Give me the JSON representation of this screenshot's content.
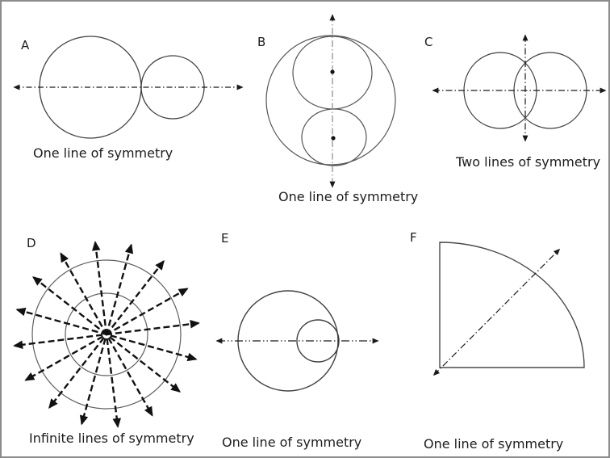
{
  "figure": {
    "background": "#ffffff",
    "border_color": "#8c8c8c"
  },
  "colors": {
    "symmetry_line": "#1a1a1a",
    "gray_symmetry_line": "#999999",
    "circle_outline": "#3f3f3f",
    "ray_line": "#111111",
    "text": "#1c1c1c"
  },
  "panels": [
    {
      "label": "A",
      "caption": "One line of symmetry"
    },
    {
      "label": "B",
      "caption": "One line of symmetry"
    },
    {
      "label": "C",
      "caption": "Two lines of symmetry"
    },
    {
      "label": "D",
      "caption": "Infinite lines of symmetry"
    },
    {
      "label": "E",
      "caption": "One line of symmetry"
    },
    {
      "label": "F",
      "caption": "One line of symmetry"
    }
  ]
}
